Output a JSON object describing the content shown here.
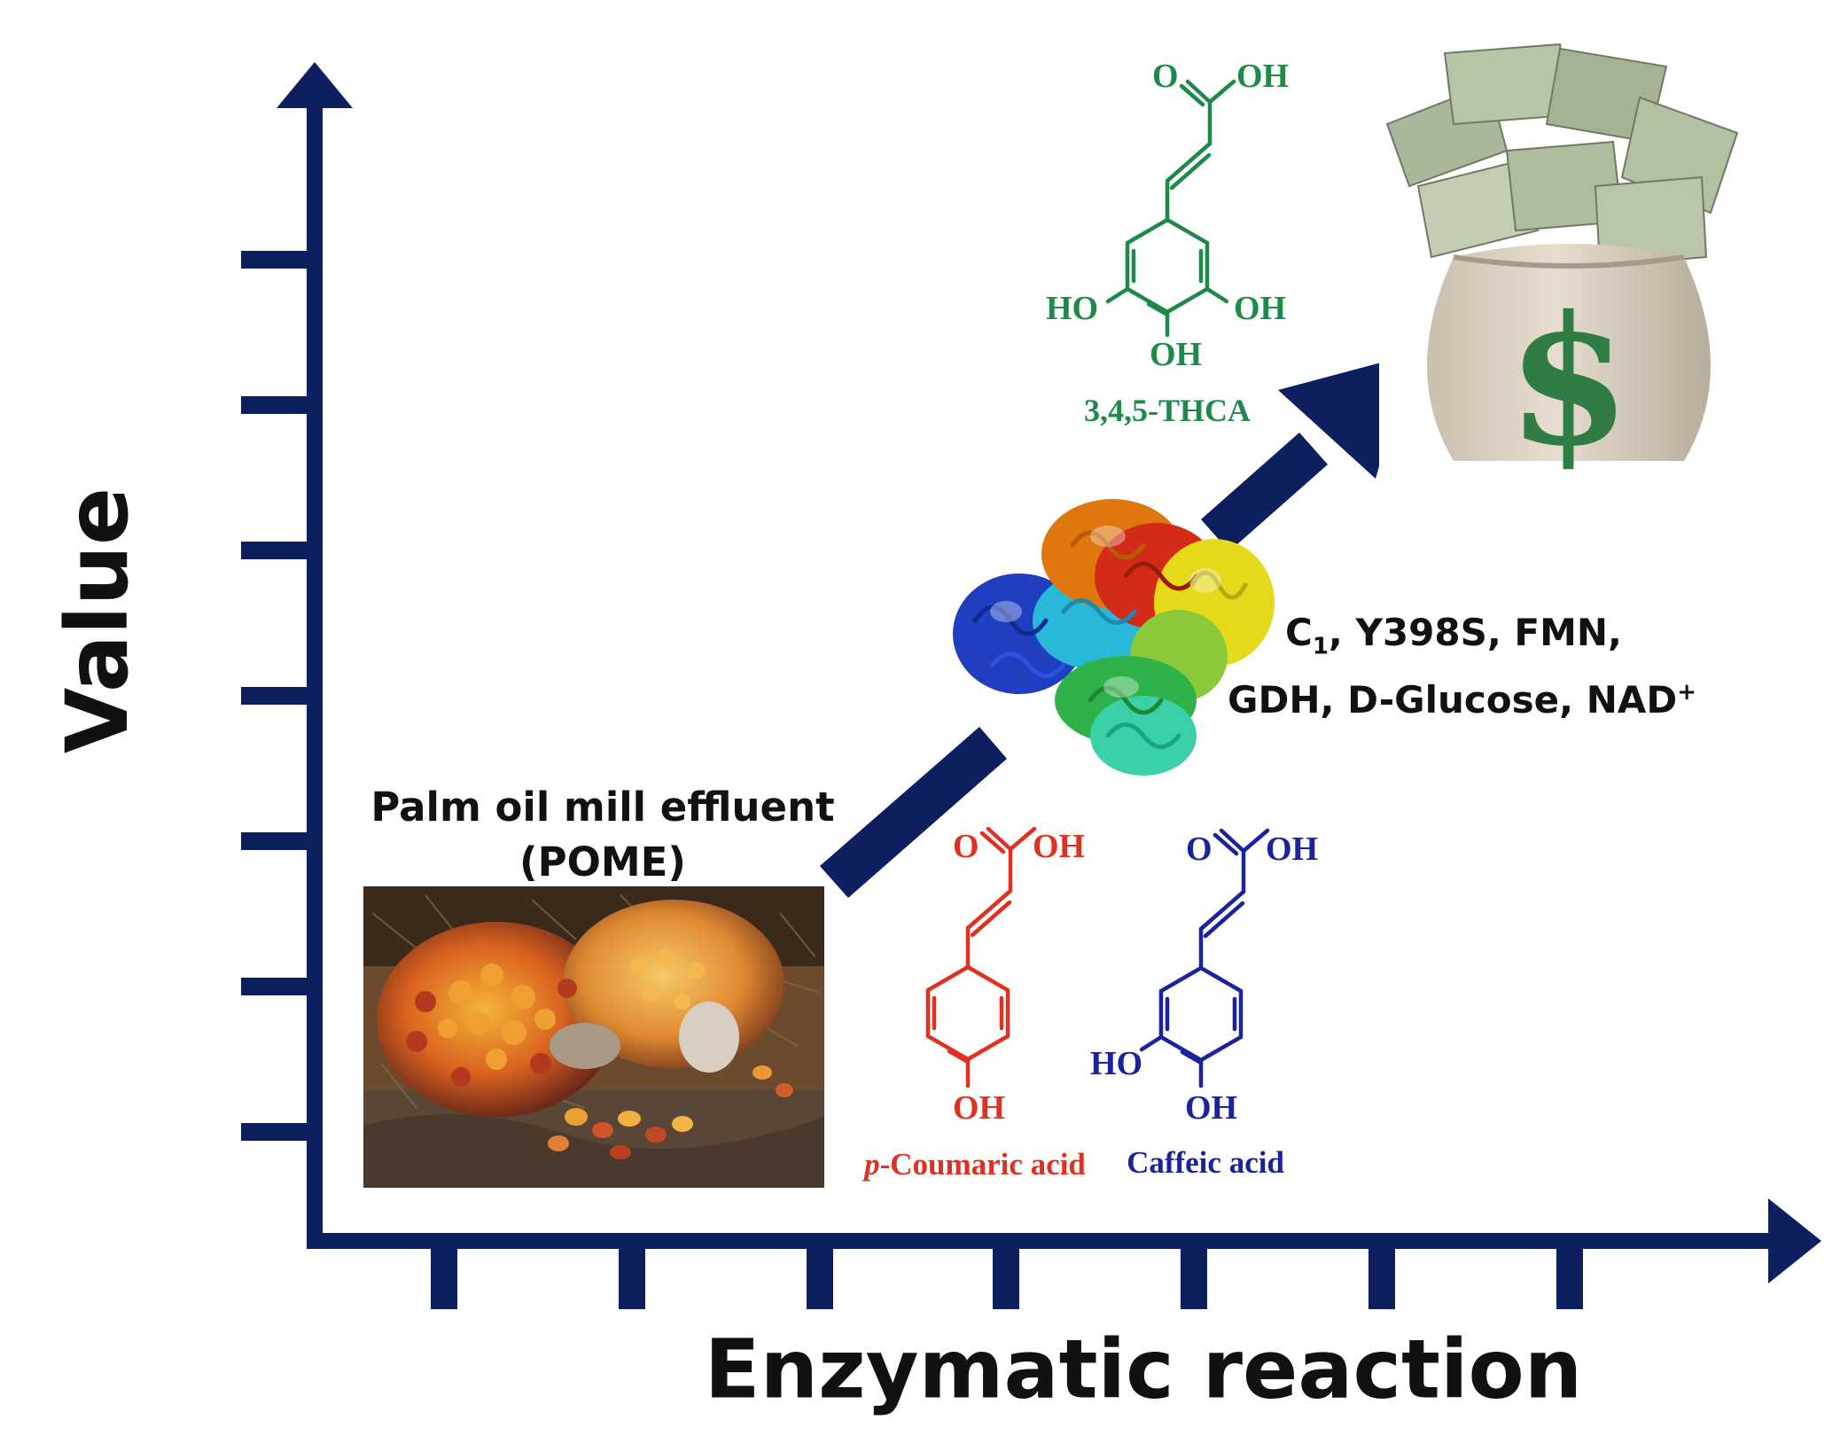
{
  "axes": {
    "y_label": "Value",
    "x_label": "Enzymatic reaction",
    "y_tick_count": 7,
    "x_tick_count": 7
  },
  "source": {
    "label_line1": "Palm oil mill effluent",
    "label_line2": "(POME)",
    "image": "palm-fruit-photo"
  },
  "molecules": {
    "thca": {
      "name": "3,4,5-THCA",
      "color": "#1e8a4a",
      "atoms": {
        "carbonyl_o": "O",
        "oh_top": "OH",
        "oh_left": "HO",
        "oh_right": "OH",
        "oh_bottom": "OH"
      }
    },
    "coumaric": {
      "name_prefix": "p",
      "name_rest": "-Coumaric acid",
      "color": "#e03020",
      "atoms": {
        "carbonyl_o": "O",
        "oh_top": "OH",
        "oh_bottom": "OH"
      }
    },
    "caffeic": {
      "name": "Caffeic acid",
      "color": "#1a22a0",
      "atoms": {
        "carbonyl_o": "O",
        "oh_top": "OH",
        "oh_left": "HO",
        "oh_bottom": "OH"
      }
    }
  },
  "conditions": {
    "c_main": "C",
    "c_sub": "1",
    "line1_rest": ", Y398S, FMN,",
    "line2_main": "GDH, D-Glucose, NAD",
    "line2_sup": "+"
  },
  "icons": {
    "enzyme": "enzyme-structure-icon",
    "money": "money-bag-icon",
    "arrow": "progress-arrow"
  },
  "colors": {
    "axis": "#0d1f5e",
    "green": "#1e8a4a",
    "red": "#e03020",
    "blue": "#1a22a0",
    "money": "#2f7d45"
  }
}
